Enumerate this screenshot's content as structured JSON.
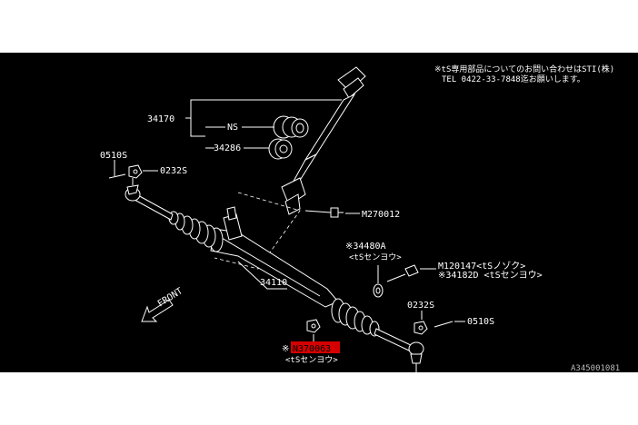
{
  "header_note": {
    "line1": "※tS専用部品についてのお問い合わせはSTI(株)",
    "line2": "TEL 0422-33-7848迄お願いします。"
  },
  "labels": {
    "p34170": "34170",
    "ns": "NS",
    "p34286": "34286",
    "p0510s_left": "0510S",
    "p0232s_left": "0232S",
    "m270012": "M270012",
    "p34480a": "※34480A",
    "p34480a_sub": "<tSセンヨウ>",
    "m120147": "M120147<tSノゾク>",
    "p34182d": "※34182D <tSセンヨウ>",
    "p34110": "34110",
    "p0232s_right": "0232S",
    "p0510s_right": "0510S",
    "n370063_mark": "※",
    "n370063": "N370063",
    "n370063_sub": "<tSセンヨウ>",
    "front": "FRONT"
  },
  "footer_code": "A345001081",
  "colors": {
    "background": "#000000",
    "line": "#ffffff",
    "highlight": "#d40000"
  }
}
